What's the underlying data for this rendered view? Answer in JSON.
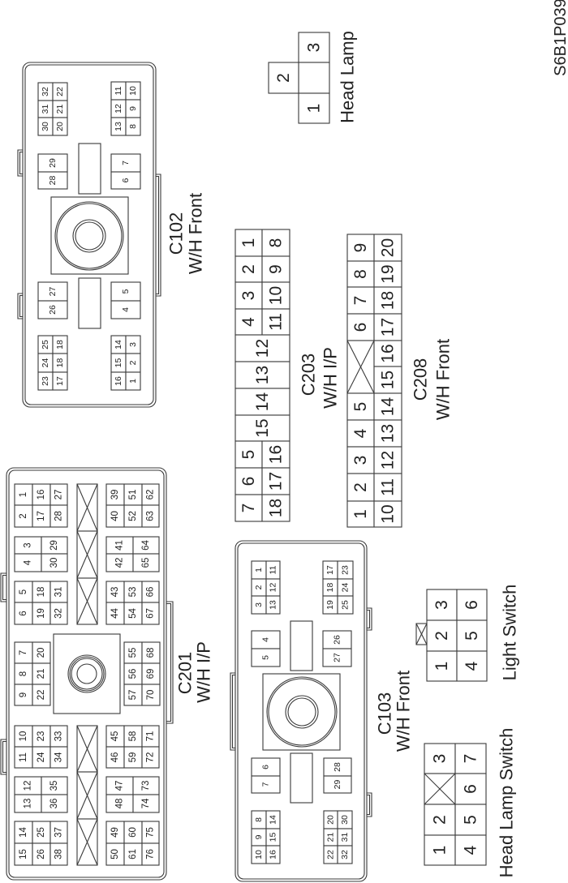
{
  "figure_id": "S6B1P039",
  "blocked_cavity_marker": "X",
  "connectors": {
    "c201": {
      "id": "C201",
      "harness": "W/H I/P",
      "blocks": {
        "a": [
          [
            "1",
            "2"
          ],
          [
            "16",
            "17"
          ],
          [
            "27",
            "28"
          ]
        ],
        "b": [
          [
            "3",
            "4"
          ],
          [
            "29",
            "30"
          ]
        ],
        "c": [
          [
            "5",
            "6"
          ],
          [
            "18",
            "19"
          ],
          [
            "31",
            "32"
          ]
        ],
        "g": [
          [
            "7",
            "8",
            "9"
          ],
          [
            "20",
            "21",
            "22"
          ]
        ],
        "i": [
          [
            "10",
            "11"
          ],
          [
            "23",
            "24"
          ],
          [
            "33",
            "34"
          ]
        ],
        "j": [
          [
            "12",
            "13"
          ],
          [
            "35",
            "36"
          ]
        ],
        "k": [
          [
            "14",
            "15"
          ],
          [
            "25",
            "26"
          ],
          [
            "37",
            "38"
          ]
        ],
        "d": [
          [
            "39",
            "40"
          ],
          [
            "51",
            "52"
          ],
          [
            "62",
            "63"
          ]
        ],
        "e": [
          [
            "41",
            "42"
          ],
          [
            "64",
            "65"
          ]
        ],
        "f": [
          [
            "43",
            "44"
          ],
          [
            "53",
            "54"
          ],
          [
            "66",
            "67"
          ]
        ],
        "h": [
          [
            "55",
            "56",
            "57"
          ],
          [
            "68",
            "69",
            "70"
          ]
        ],
        "l": [
          [
            "45",
            "46"
          ],
          [
            "58",
            "59"
          ],
          [
            "71",
            "72"
          ]
        ],
        "m": [
          [
            "47",
            "48"
          ],
          [
            "73",
            "74"
          ]
        ],
        "n": [
          [
            "49",
            "50"
          ],
          [
            "60",
            "61"
          ],
          [
            "75",
            "76"
          ]
        ],
        "x1": [
          [
            "X",
            "X",
            "X"
          ]
        ],
        "x2": [
          [
            "X",
            "X",
            "X"
          ]
        ]
      }
    },
    "c102": {
      "id": "C102",
      "harness": "W/H Front",
      "blocks": {
        "a": [
          [
            "32",
            "31",
            "30"
          ],
          [
            "22",
            "21",
            "20"
          ]
        ],
        "b": [
          [
            "29",
            "28"
          ]
        ],
        "c": [
          [
            "7",
            "6"
          ]
        ],
        "d": [
          [
            "11",
            "12",
            "13"
          ],
          [
            "10",
            "9",
            "8"
          ]
        ],
        "e": [
          [
            "27",
            "26"
          ]
        ],
        "f": [
          [
            "5",
            "4"
          ]
        ],
        "g": [
          [
            "25",
            "24",
            "23"
          ],
          [
            "18",
            "18",
            "17"
          ]
        ],
        "h": [
          [
            "14",
            "15",
            "16"
          ],
          [
            "3",
            "2",
            "1"
          ]
        ]
      }
    },
    "c103": {
      "id": "C103",
      "harness": "W/H Front",
      "blocks": {
        "a": [
          [
            "1",
            "2",
            "3"
          ],
          [
            "11",
            "12",
            "13"
          ]
        ],
        "b": [
          [
            "17",
            "18",
            "19"
          ],
          [
            "23",
            "24",
            "25"
          ]
        ],
        "c": [
          [
            "4",
            "5"
          ]
        ],
        "d": [
          [
            "26",
            "27"
          ]
        ],
        "e": [
          [
            "6",
            "7"
          ]
        ],
        "f": [
          [
            "28",
            "29"
          ]
        ],
        "g": [
          [
            "8",
            "9",
            "10"
          ],
          [
            "14",
            "15",
            "16"
          ]
        ],
        "h": [
          [
            "20",
            "21",
            "22"
          ],
          [
            "30",
            "31",
            "32"
          ]
        ]
      }
    },
    "c203": {
      "id": "C203",
      "harness": "W/H I/P",
      "rows": [
        [
          "1",
          "8"
        ],
        [
          "2",
          "9"
        ],
        [
          "3",
          "10"
        ],
        [
          "4",
          "11"
        ],
        [
          "12"
        ],
        [
          "13"
        ],
        [
          "14"
        ],
        [
          "15"
        ],
        [
          "5",
          "16"
        ],
        [
          "6",
          "17"
        ],
        [
          "7",
          "18"
        ]
      ]
    },
    "c208": {
      "id": "C208",
      "harness": "W/H Front",
      "columns": [
        [
          "9",
          "8",
          "7",
          "6",
          "X",
          "X",
          "5",
          "4",
          "3",
          "2",
          "1"
        ],
        [
          "20",
          "19",
          "18",
          "17",
          "16",
          "15",
          "14",
          "13",
          "12",
          "11",
          "10"
        ]
      ]
    },
    "light_switch": {
      "name": "Light Switch",
      "columns": [
        [
          "3",
          "2",
          "1"
        ],
        [
          "6",
          "5",
          "4"
        ]
      ]
    },
    "head_lamp_switch": {
      "name": "Head Lamp Switch",
      "columns": [
        [
          "3",
          "X",
          "2",
          "1"
        ],
        [
          "7",
          "6",
          "5",
          "4"
        ]
      ]
    },
    "head_lamp": {
      "name": "Head Lamp",
      "columns": [
        [
          "3",
          "",
          "1"
        ]
      ],
      "side_cavity": [
        [
          "2"
        ]
      ]
    }
  }
}
